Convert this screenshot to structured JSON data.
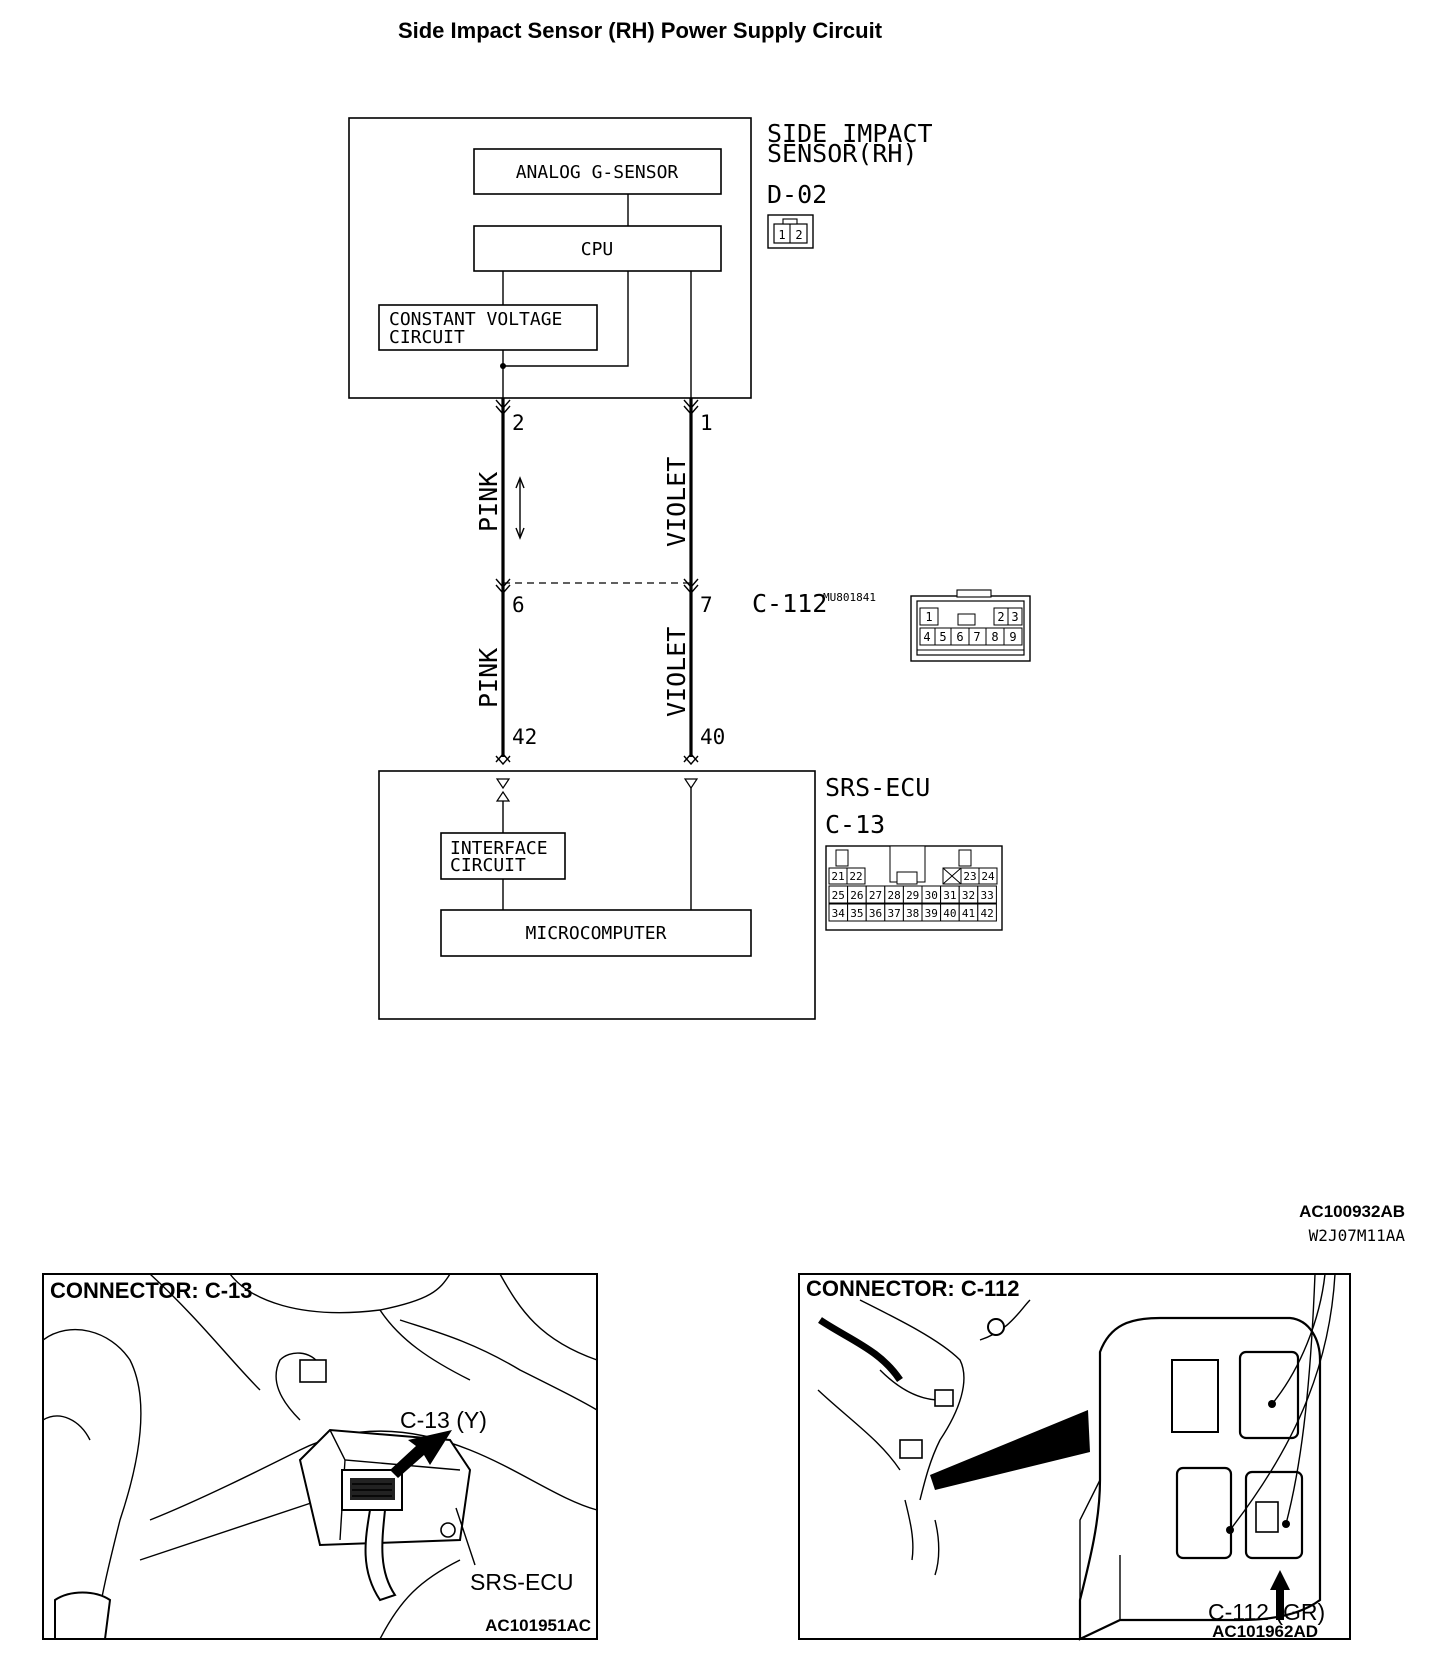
{
  "title": "Side Impact Sensor (RH) Power Supply Circuit",
  "sensor": {
    "name_line1": "SIDE IMPACT",
    "name_line2": "SENSOR(RH)",
    "connector": "D-02",
    "connector_pins": [
      "1",
      "2"
    ],
    "blocks": {
      "analog": "ANALOG G-SENSOR",
      "cpu": "CPU",
      "const_line1": "CONSTANT VOLTAGE",
      "const_line2": "CIRCUIT"
    }
  },
  "wires": {
    "left_upper_color": "PINK",
    "right_upper_color": "VIOLET",
    "left_lower_color": "PINK",
    "right_lower_color": "VIOLET",
    "pin_sensor_left": "2",
    "pin_sensor_right": "1",
    "pin_c112_left": "6",
    "pin_c112_right": "7",
    "pin_ecu_left": "42",
    "pin_ecu_right": "40"
  },
  "c112": {
    "label": "C-112",
    "part_no": "MU801841",
    "pins_top": [
      "1",
      "2",
      "3"
    ],
    "pins_bottom": [
      "4",
      "5",
      "6",
      "7",
      "8",
      "9"
    ]
  },
  "ecu": {
    "name": "SRS-ECU",
    "connector": "C-13",
    "blocks": {
      "iface_line1": "INTERFACE",
      "iface_line2": "CIRCUIT",
      "micro": "MICROCOMPUTER"
    },
    "pins_row1": [
      "21",
      "22",
      "23",
      "24"
    ],
    "pins_row2": [
      "25",
      "26",
      "27",
      "28",
      "29",
      "30",
      "31",
      "32",
      "33"
    ],
    "pins_row3": [
      "34",
      "35",
      "36",
      "37",
      "38",
      "39",
      "40",
      "41",
      "42"
    ]
  },
  "codes": {
    "main": "AC100932AB",
    "sub": "W2J07M11AA"
  },
  "left_photo": {
    "title": "CONNECTOR: C-13",
    "callout_connector": "C-13 (Y)",
    "callout_ecu": "SRS-ECU",
    "code": "AC101951AC"
  },
  "right_photo": {
    "title": "CONNECTOR: C-112",
    "callout_connector": "C-112 (GR)",
    "code": "AC101962AD"
  }
}
